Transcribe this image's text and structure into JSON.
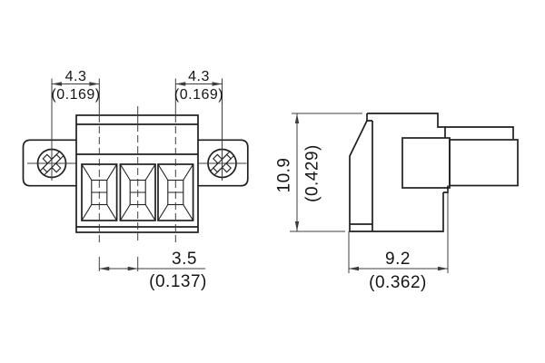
{
  "drawing": {
    "description": "terminal block connector dimension drawing",
    "views": {
      "left": "front-view",
      "right": "side-view"
    }
  },
  "dimensions": {
    "flange_to_pole_left": {
      "value_mm": "4.3",
      "value_in": "(0.169)"
    },
    "flange_to_pole_right": {
      "value_mm": "4.3",
      "value_in": "(0.169)"
    },
    "pole_pitch": {
      "value_mm": "3.5",
      "value_in": "(0.137)"
    },
    "height": {
      "value_mm": "10.9",
      "value_in": "(0.429)"
    },
    "depth": {
      "value_mm": "9.2",
      "value_in": "(0.362)"
    }
  },
  "colors": {
    "outline": "#1f1f1f",
    "dimension_line": "#3d3d3d",
    "text": "#151515",
    "background": "#ffffff"
  }
}
